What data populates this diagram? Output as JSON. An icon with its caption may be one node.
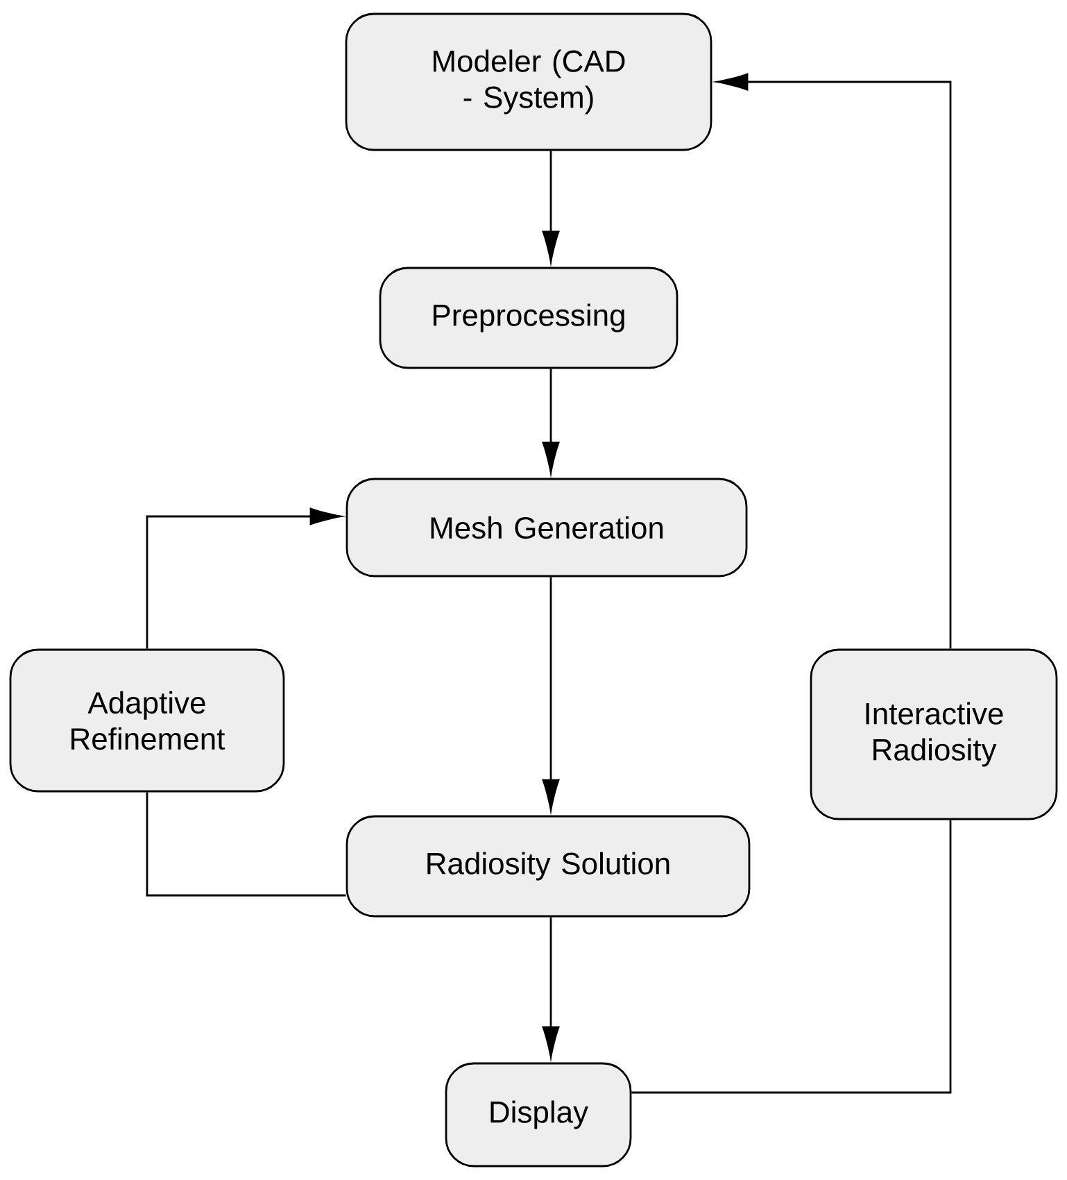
{
  "diagram": {
    "nodes": [
      {
        "text": [
          "Modeler (CAD - System)"
        ]
      },
      {
        "text": [
          "Preprocessing"
        ]
      },
      {
        "text": [
          "Mesh Generation"
        ]
      },
      {
        "text": [
          "Adaptive Refinement"
        ]
      },
      {
        "text": [
          "Radiosity Solution"
        ]
      },
      {
        "text": [
          "Display"
        ]
      },
      {
        "text": [
          "Interactive Radiosity"
        ]
      }
    ],
    "edges": [
      {
        "from": 0,
        "to": 1,
        "arrow": "to"
      },
      {
        "from": 1,
        "to": 2,
        "arrow": "to"
      },
      {
        "from": 2,
        "to": 4,
        "arrow": "to"
      },
      {
        "from": 4,
        "to": 5,
        "arrow": "to"
      },
      {
        "from": 4,
        "to": 3,
        "arrow": "none"
      },
      {
        "from": 3,
        "to": 2,
        "arrow": "to"
      },
      {
        "from": 5,
        "to": 6,
        "arrow": "none"
      },
      {
        "from": 6,
        "to": 0,
        "arrow": "to"
      }
    ]
  }
}
